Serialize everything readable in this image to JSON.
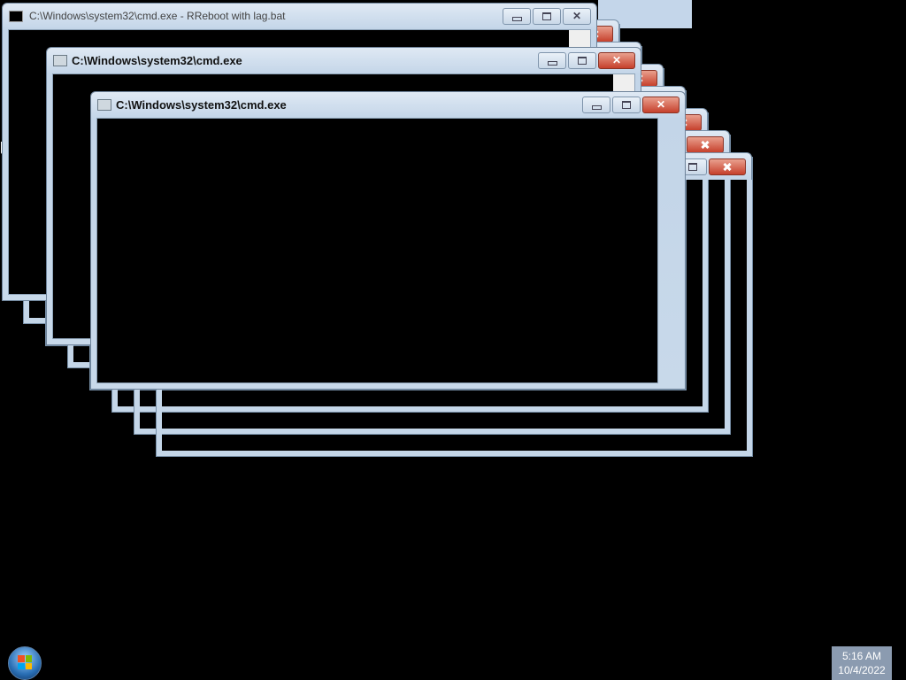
{
  "windows": [
    {
      "title": "C:\\Windows\\system32\\cmd.exe - RReboot   with lag.bat"
    },
    {
      "title": "C:\\Windows\\system32\\cmd.exe"
    },
    {
      "title": "C:\\Windows\\system32\\cmd.exe"
    }
  ],
  "buttons": {
    "close": "✕"
  },
  "ghost_count": 7,
  "taskbar": {
    "time": "5:16 AM",
    "date": "10/4/2022"
  }
}
